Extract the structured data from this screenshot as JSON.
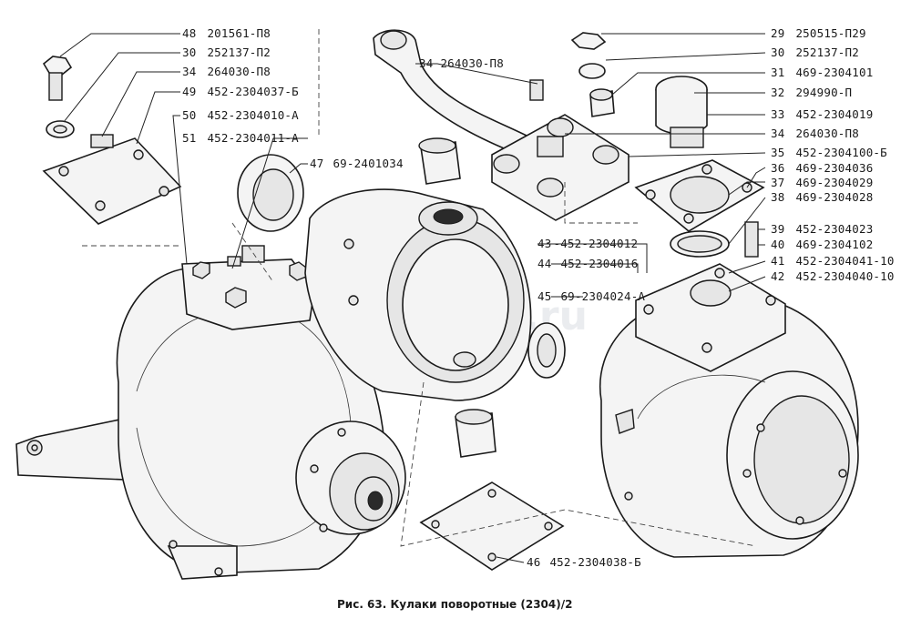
{
  "caption": "Рис. 63. Кулаки поворотные (2304)/2",
  "watermark": "autopiter.ru",
  "labels_left": [
    {
      "num": "48",
      "part": "201561-П8"
    },
    {
      "num": "30",
      "part": "252137-П2"
    },
    {
      "num": "34",
      "part": "264030-П8"
    },
    {
      "num": "49",
      "part": "452-2304037-Б"
    },
    {
      "num": "50",
      "part": "452-2304010-А"
    },
    {
      "num": "51",
      "part": "452-2304011-А"
    }
  ],
  "labels_right": [
    {
      "num": "29",
      "part": "250515-П29"
    },
    {
      "num": "30",
      "part": "252137-П2"
    },
    {
      "num": "31",
      "part": "469-2304101"
    },
    {
      "num": "32",
      "part": "294990-П"
    },
    {
      "num": "33",
      "part": "452-2304019"
    },
    {
      "num": "34",
      "part": "264030-П8"
    },
    {
      "num": "35",
      "part": "452-2304100-Б"
    },
    {
      "num": "36",
      "part": "469-2304036"
    },
    {
      "num": "37",
      "part": "469-2304029"
    },
    {
      "num": "38",
      "part": "469-2304028"
    },
    {
      "num": "39",
      "part": "452-2304023"
    },
    {
      "num": "40",
      "part": "469-2304102"
    },
    {
      "num": "41",
      "part": "452-2304041-10"
    },
    {
      "num": "42",
      "part": "452-2304040-10"
    }
  ],
  "labels_center": [
    {
      "num": "34",
      "part": "264030-П8"
    },
    {
      "num": "47",
      "part": "69-2401034"
    },
    {
      "num": "43",
      "part": "452-2304012"
    },
    {
      "num": "44",
      "part": "452-2304016"
    },
    {
      "num": "45",
      "part": "69-2304024-А"
    },
    {
      "num": "46",
      "part": "452-2304038-Б"
    }
  ]
}
